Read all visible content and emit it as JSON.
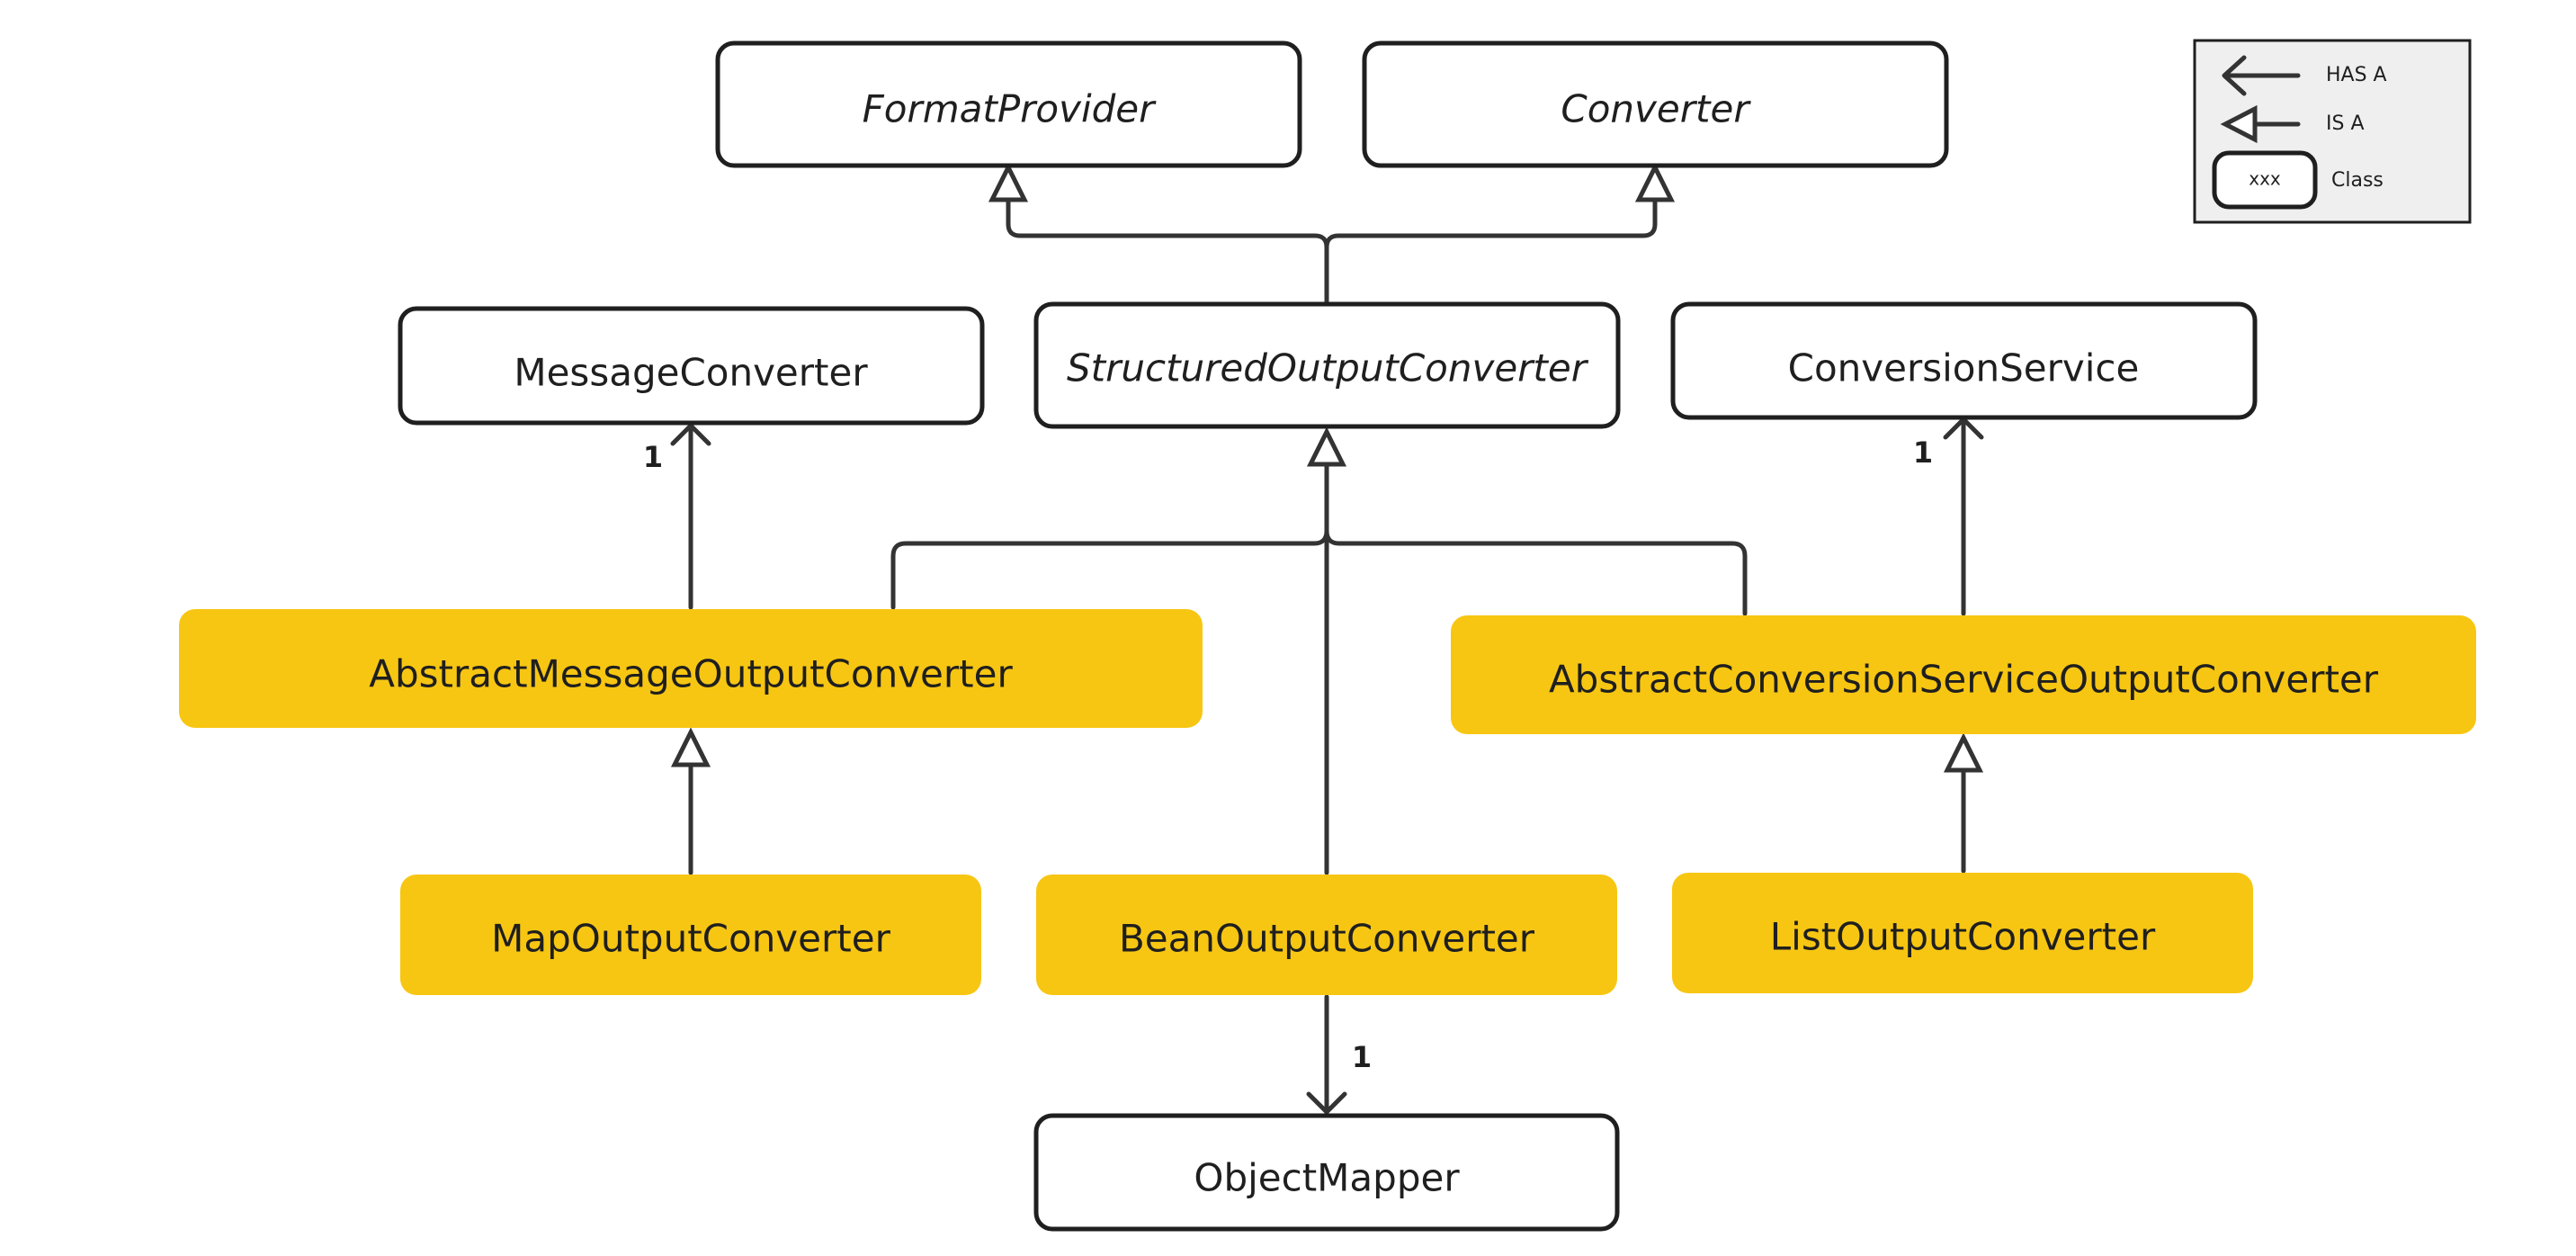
{
  "colors": {
    "highlight_fill": "#f7c612",
    "plain_fill": "#ffffff",
    "stroke": "#1f1f1f",
    "legend_bg": "#efefef"
  },
  "boxes": {
    "format_provider": {
      "label": "FormatProvider"
    },
    "converter": {
      "label": "Converter"
    },
    "message_converter": {
      "label": "MessageConverter"
    },
    "structured_output_converter": {
      "label": "StructuredOutputConverter"
    },
    "conversion_service": {
      "label": "ConversionService"
    },
    "abstract_message_output_converter": {
      "label": "AbstractMessageOutputConverter"
    },
    "abstract_conversion_service_output_converter": {
      "label": "AbstractConversionServiceOutputConverter"
    },
    "map_output_converter": {
      "label": "MapOutputConverter"
    },
    "bean_output_converter": {
      "label": "BeanOutputConverter"
    },
    "list_output_converter": {
      "label": "ListOutputConverter"
    },
    "object_mapper": {
      "label": "ObjectMapper"
    }
  },
  "multiplicities": {
    "message_converter": "1",
    "conversion_service": "1",
    "object_mapper": "1"
  },
  "legend": {
    "has_a": "HAS A",
    "is_a": "IS A",
    "class_sample": "xxx",
    "class": "Class"
  }
}
